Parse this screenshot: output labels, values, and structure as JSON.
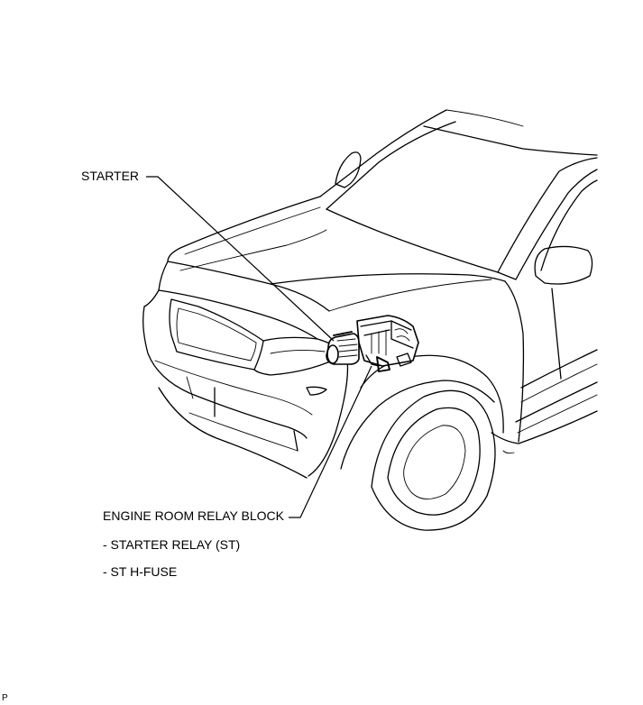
{
  "labels": {
    "starter": "STARTER",
    "relay_block": "ENGINE ROOM RELAY BLOCK",
    "relay_item": "- STARTER RELAY (ST)",
    "fuse_item": "- ST H-FUSE",
    "corner_mark": "P"
  }
}
